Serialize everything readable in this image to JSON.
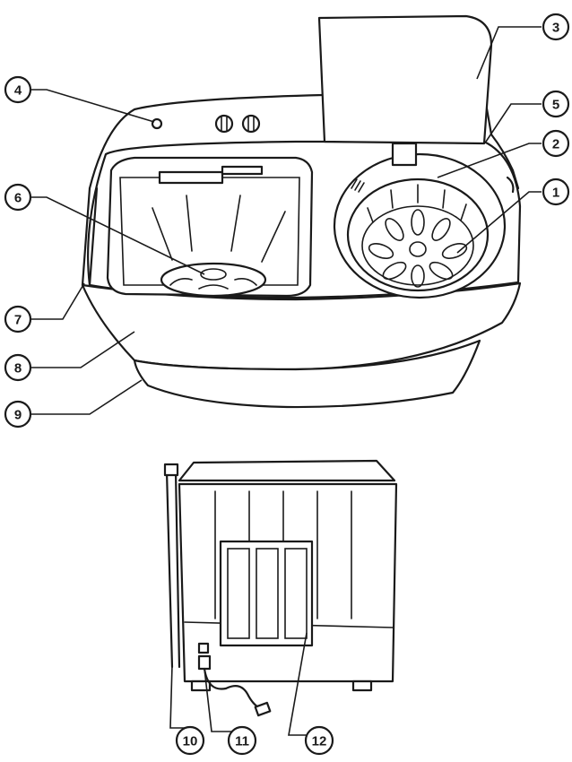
{
  "callouts": [
    {
      "label": "1"
    },
    {
      "label": "2"
    },
    {
      "label": "3"
    },
    {
      "label": "4"
    },
    {
      "label": "5"
    },
    {
      "label": "6"
    },
    {
      "label": "7"
    },
    {
      "label": "8"
    },
    {
      "label": "9"
    },
    {
      "label": "10"
    },
    {
      "label": "11"
    },
    {
      "label": "12"
    }
  ],
  "colors": {
    "line": "#1a1a1a",
    "background": "#ffffff"
  }
}
